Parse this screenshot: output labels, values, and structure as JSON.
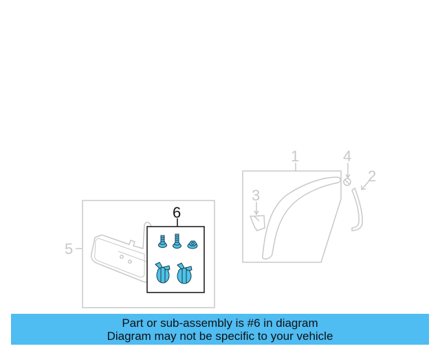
{
  "diagram": {
    "callouts": [
      {
        "number": "1",
        "part": "quarter-panel-trim-with-arch-molding",
        "highlighted": false
      },
      {
        "number": "2",
        "part": "wheel-opening-molding",
        "highlighted": false
      },
      {
        "number": "3",
        "part": "clip",
        "highlighted": false
      },
      {
        "number": "4",
        "part": "retainer",
        "highlighted": false
      },
      {
        "number": "5",
        "part": "mud-flap-assembly",
        "highlighted": false
      },
      {
        "number": "6",
        "part": "hardware-kit-bolts-nut-clips",
        "highlighted": true
      }
    ],
    "colors": {
      "line_gray": "#c8c8c8",
      "highlight_fill": "#4fc3e8",
      "highlight_stroke": "#1a3a4a",
      "box_stroke": "#111111"
    }
  },
  "banner": {
    "line1": "Part or sub-assembly is #6 in diagram",
    "line2": "Diagram may not be specific to your vehicle",
    "background": "#4fbcf2"
  }
}
